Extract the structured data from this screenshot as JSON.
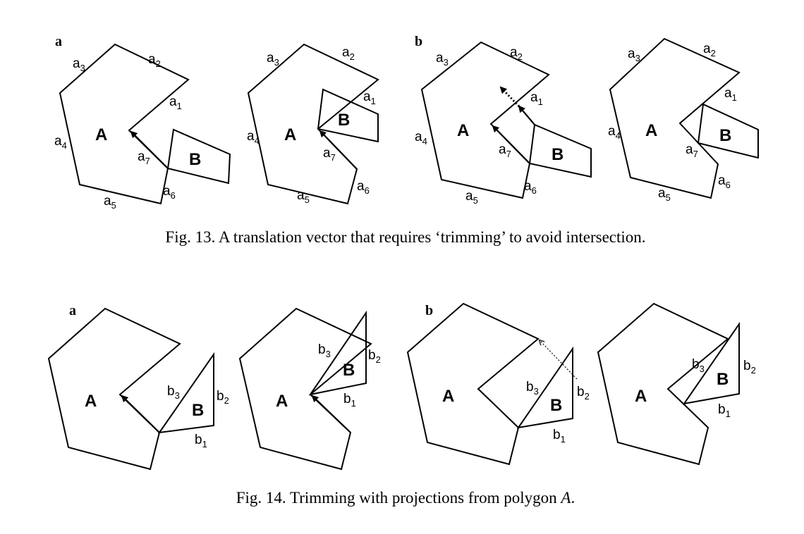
{
  "fig13": {
    "caption": "Fig. 13.  A translation vector that requires ‘trimming’ to avoid intersection.",
    "panel_a": "a",
    "panel_b": "b",
    "polygon_a": "A",
    "polygon_b": "B",
    "edge_letter": "a",
    "edge_subs": [
      "1",
      "2",
      "3",
      "4",
      "5",
      "6",
      "7"
    ]
  },
  "fig14": {
    "caption_prefix": "Fig. 14.  Trimming with projections from polygon ",
    "caption_italic": "A",
    "caption_suffix": ".",
    "panel_a": "a",
    "panel_b": "b",
    "polygon_a": "A",
    "polygon_b": "B",
    "edge_letter": "b",
    "edge_subs": [
      "1",
      "2",
      "3"
    ]
  }
}
